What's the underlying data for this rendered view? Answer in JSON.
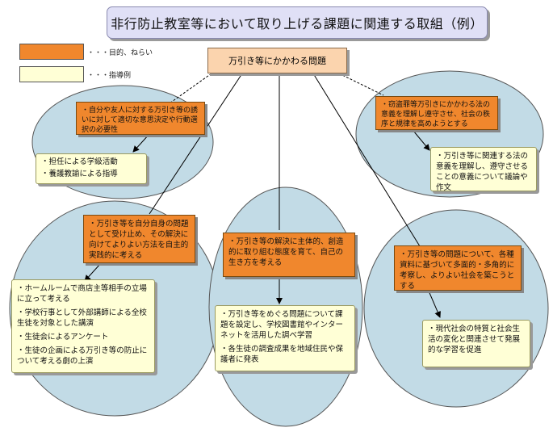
{
  "title": "非行防止教室等において取り上げる課題に関連する取組（例）",
  "legend": {
    "aim_label": "・・・目的、ねらい",
    "example_label": "・・・指導例"
  },
  "root": "万引き等にかかわる問題",
  "branches": {
    "topleft": {
      "aim": "・自分や友人に対する万引き等の誘いに対して適切な意思決定や行動選択の必要性",
      "examples": [
        "・担任による学級活動",
        "・養護教諭による指導"
      ]
    },
    "topright": {
      "aim": "・窃盗罪等万引きにかかわる法の意義を理解し遵守させ、社会の秩序と規律を高めようとする",
      "examples": [
        "・万引き等に関連する法の意義を理解し、遵守させることの意義について議論や作文"
      ]
    },
    "left": {
      "aim": "・万引き等を自分自身の問題として受け止め、その解決に向けてよりよい方法を自主的実践的に考える",
      "examples": [
        "・ホームルームで商店主等相手の立場に立って考える",
        "・学校行事として外部講師による全校生徒を対象とした講演",
        "・生徒会によるアンケート",
        "・生徒の企画による万引き等の防止について考える劇の上演"
      ]
    },
    "center": {
      "aim": "・万引き等の解決に主体的、創造的に取り組む態度を育て、自己の生き方を考える",
      "examples": [
        "・万引き等をめぐる問題について課題を設定し、学校図書館やインターネットを活用した調べ学習",
        "・各生徒の調査成果を地域住民や保護者に発表"
      ]
    },
    "right": {
      "aim": "・万引き等の問題について、各種資料に基づいて多面的・多角的に考察し、よりよい社会を築こうとする",
      "examples": [
        "・現代社会の特質と社会生活の変化と関連させて発展的な学習を促進"
      ]
    }
  },
  "colors": {
    "aim_fill": "#f0872d",
    "example_fill": "#ffffd6",
    "root_fill": "#fbd4ae",
    "ellipse_fill": "#c2dbe6",
    "title_fill": "#e0e0f6"
  }
}
